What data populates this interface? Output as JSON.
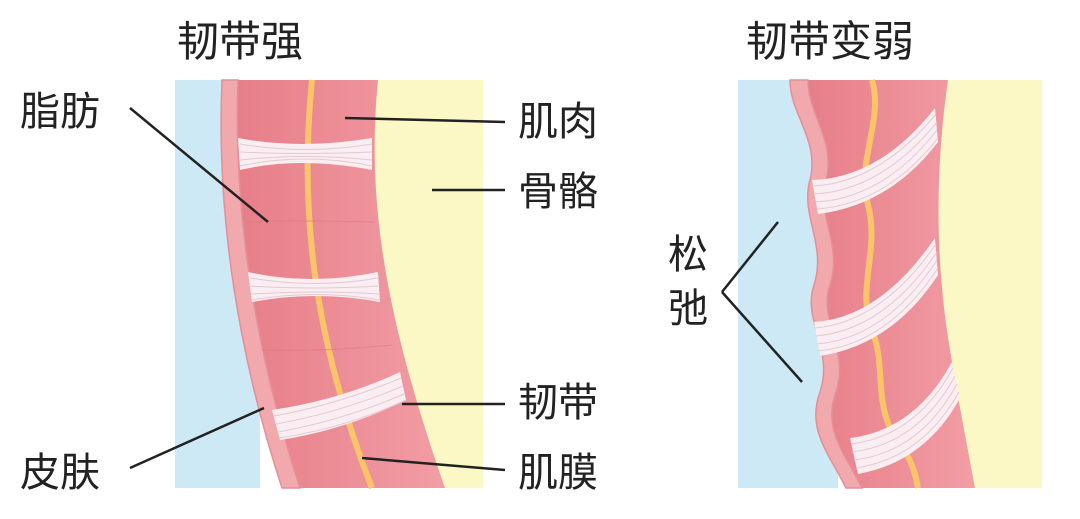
{
  "left": {
    "title": "韧带强",
    "labels": {
      "fat": "脂肪",
      "muscle": "肌肉",
      "bone": "骨骼",
      "ligament": "韧带",
      "skin": "皮肤",
      "fascia": "肌膜"
    }
  },
  "right": {
    "title": "韧带变弱",
    "label_line1": "松",
    "label_line2": "弛"
  },
  "colors": {
    "skin_blue": "#cde9f5",
    "bone_yellow": "#fbf8c6",
    "muscle": "#ec8a93",
    "muscle_light": "#f3a2a8",
    "skin_layer": "#f2a9ae",
    "fascia": "#f9c46a",
    "ligament": "#fbeef2",
    "line": "#222222"
  }
}
